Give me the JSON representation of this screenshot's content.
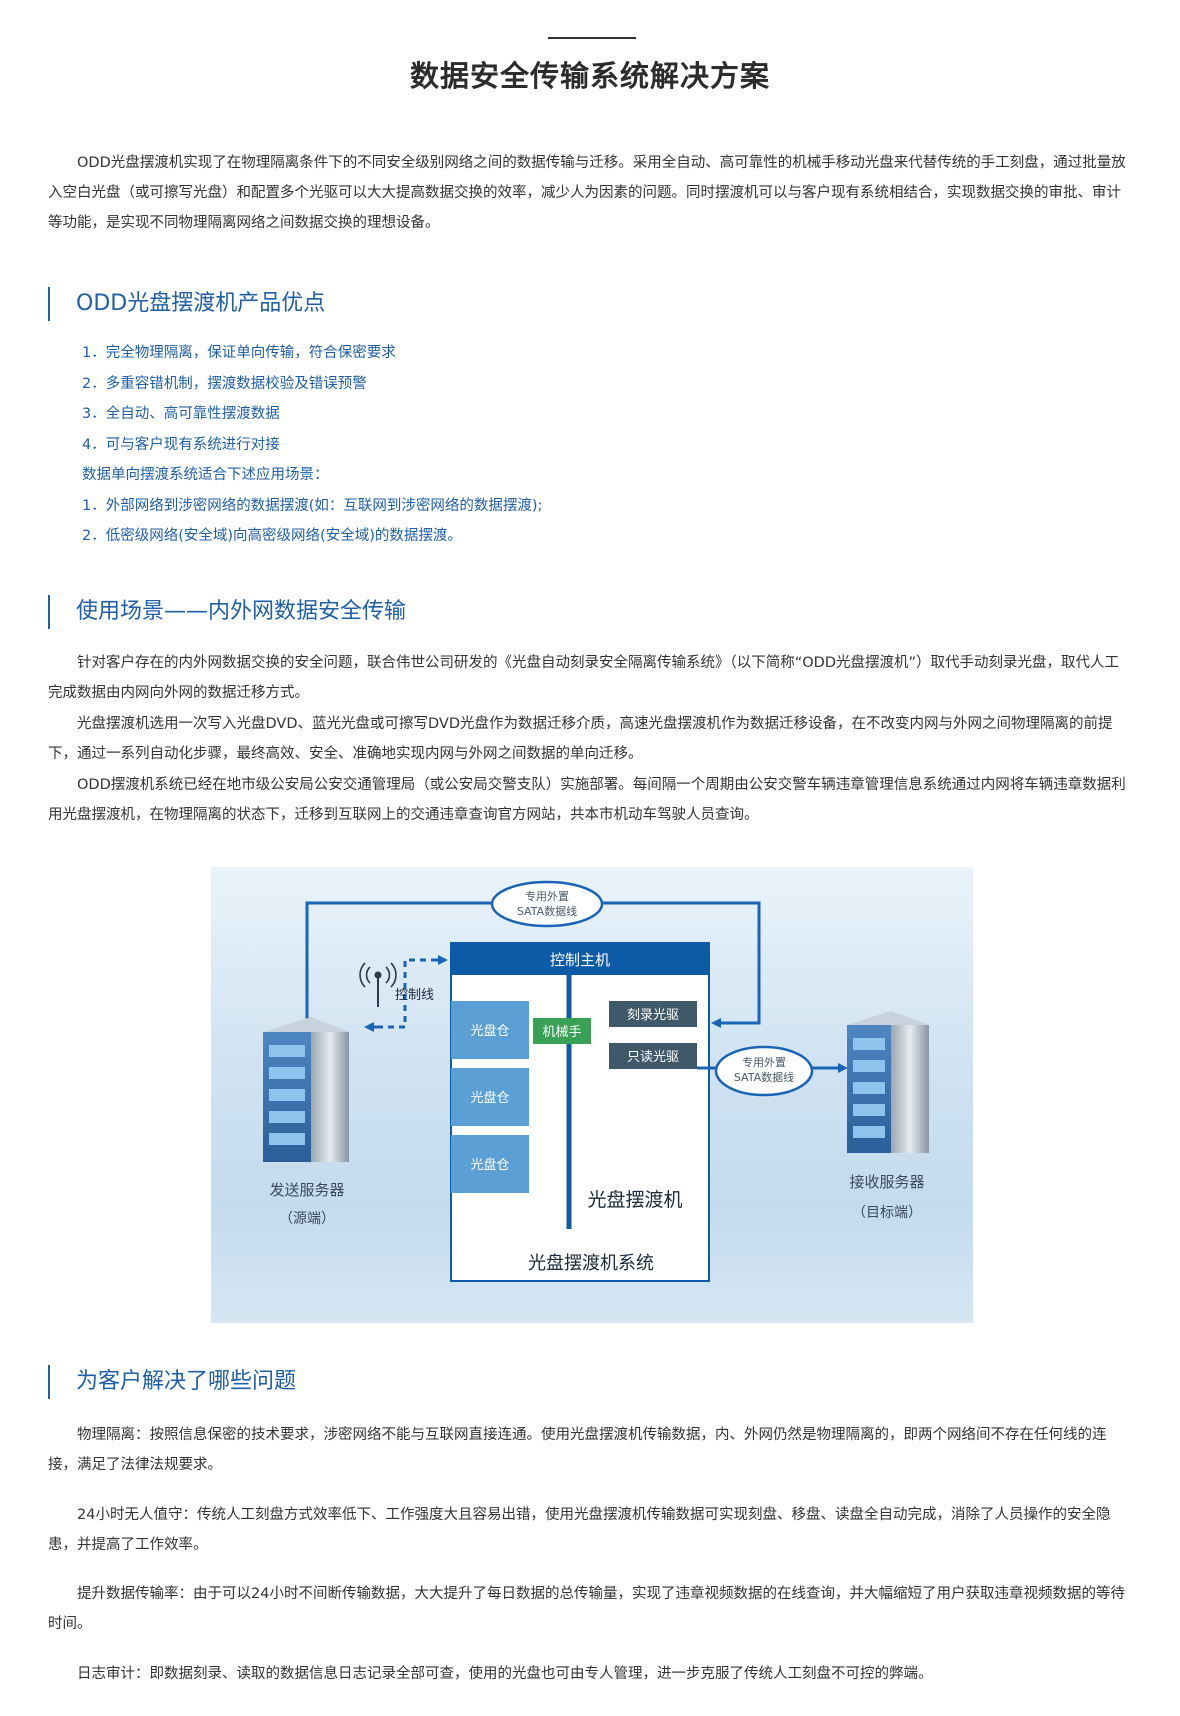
{
  "page": {
    "title": "数据安全传输系统解决方案",
    "intro": "ODD光盘摆渡机实现了在物理隔离条件下的不同安全级别网络之间的数据传输与迁移。采用全自动、高可靠性的机械手移动光盘来代替传统的手工刻盘，通过批量放入空白光盘（或可擦写光盘）和配置多个光驱可以大大提高数据交换的效率，减少人为因素的问题。同时摆渡机可以与客户现有系统相结合，实现数据交换的审批、审计等功能，是实现不同物理隔离网络之间数据交换的理想设备。"
  },
  "advantages": {
    "heading": "ODD光盘摆渡机产品优点",
    "items": [
      "1．完全物理隔离，保证单向传输，符合保密要求",
      "2．多重容错机制，摆渡数据校验及错误预警",
      "3．全自动、高可靠性摆渡数据",
      "4．可与客户现有系统进行对接",
      "数据单向摆渡系统适合下述应用场景：",
      "1．外部网络到涉密网络的数据摆渡(如：互联网到涉密网络的数据摆渡);",
      "2．低密级网络(安全域)向高密级网络(安全域)的数据摆渡。"
    ]
  },
  "scenario": {
    "heading": "使用场景——内外网数据安全传输",
    "paragraphs": [
      "针对客户存在的内外网数据交换的安全问题，联合伟世公司研发的《光盘自动刻录安全隔离传输系统》（以下简称“ODD光盘摆渡机”）取代手动刻录光盘，取代人工完成数据由内网向外网的数据迁移方式。",
      "光盘摆渡机选用一次写入光盘DVD、蓝光光盘或可擦写DVD光盘作为数据迁移介质，高速光盘摆渡机作为数据迁移设备，在不改变内网与外网之间物理隔离的前提下，通过一系列自动化步骤，最终高效、安全、准确地实现内网与外网之间数据的单向迁移。",
      "ODD摆渡机系统已经在地市级公安局公安交通管理局（或公安局交警支队）实施部署。每间隔一个周期由公安交警车辆违章管理信息系统通过内网将车辆违章数据利用光盘摆渡机，在物理隔离的状态下，迁移到互联网上的交通违章查询官方网站，共本市机动车驾驶人员查询。"
    ]
  },
  "diagram": {
    "sata_top_line1": "专用外置",
    "sata_top_line2": "SATA数据线",
    "sata_right_line1": "专用外置",
    "sata_right_line2": "SATA数据线",
    "control_line": "控制线",
    "control_host": "控制主机",
    "burn_drive": "刻录光驱",
    "read_drive": "只读光驱",
    "robot_arm": "机械手",
    "disc_bin_1": "光盘仓",
    "disc_bin_2": "光盘仓",
    "disc_bin_3": "光盘仓",
    "ferry_machine": "光盘摆渡机",
    "system_label": "光盘摆渡机系统",
    "sender_line1": "发送服务器",
    "sender_line2": "（源端）",
    "receiver_line1": "接收服务器",
    "receiver_line2": "（目标端）",
    "colors": {
      "panel": "#0d5aa7",
      "bin": "#5b9fd5",
      "robot": "#3aa055",
      "drive": "#3f5969",
      "arrow": "#1a64b5"
    }
  },
  "solutions": {
    "heading": "为客户解决了哪些问题",
    "paragraphs": [
      "物理隔离：按照信息保密的技术要求，涉密网络不能与互联网直接连通。使用光盘摆渡机传输数据，内、外网仍然是物理隔离的，即两个网络间不存在任何线的连接，满足了法律法规要求。",
      "24小时无人值守：传统人工刻盘方式效率低下、工作强度大且容易出错，使用光盘摆渡机传输数据可实现刻盘、移盘、读盘全自动完成，消除了人员操作的安全隐患，并提高了工作效率。",
      "提升数据传输率：由于可以24小时不间断传输数据，大大提升了每日数据的总传输量，实现了违章视频数据的在线查询，并大幅缩短了用户获取违章视频数据的等待时间。",
      "日志审计：即数据刻录、读取的数据信息日志记录全部可查，使用的光盘也可由专人管理，进一步克服了传统人工刻盘不可控的弊端。"
    ]
  }
}
